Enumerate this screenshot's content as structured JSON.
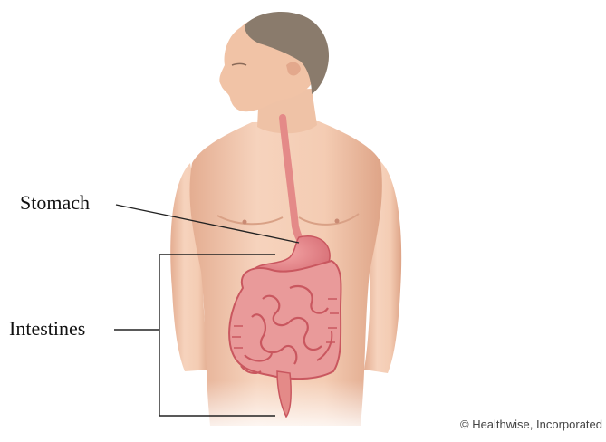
{
  "labels": {
    "stomach": "Stomach",
    "intestines": "Intestines"
  },
  "credit": "© Healthwise, Incorporated",
  "colors": {
    "skin": "#f1c7ad",
    "skin_shadow": "#dba083",
    "organ": "#e8868a",
    "organ_dark": "#c9575f",
    "hair": "#8a7b6c",
    "leader": "#222222"
  }
}
